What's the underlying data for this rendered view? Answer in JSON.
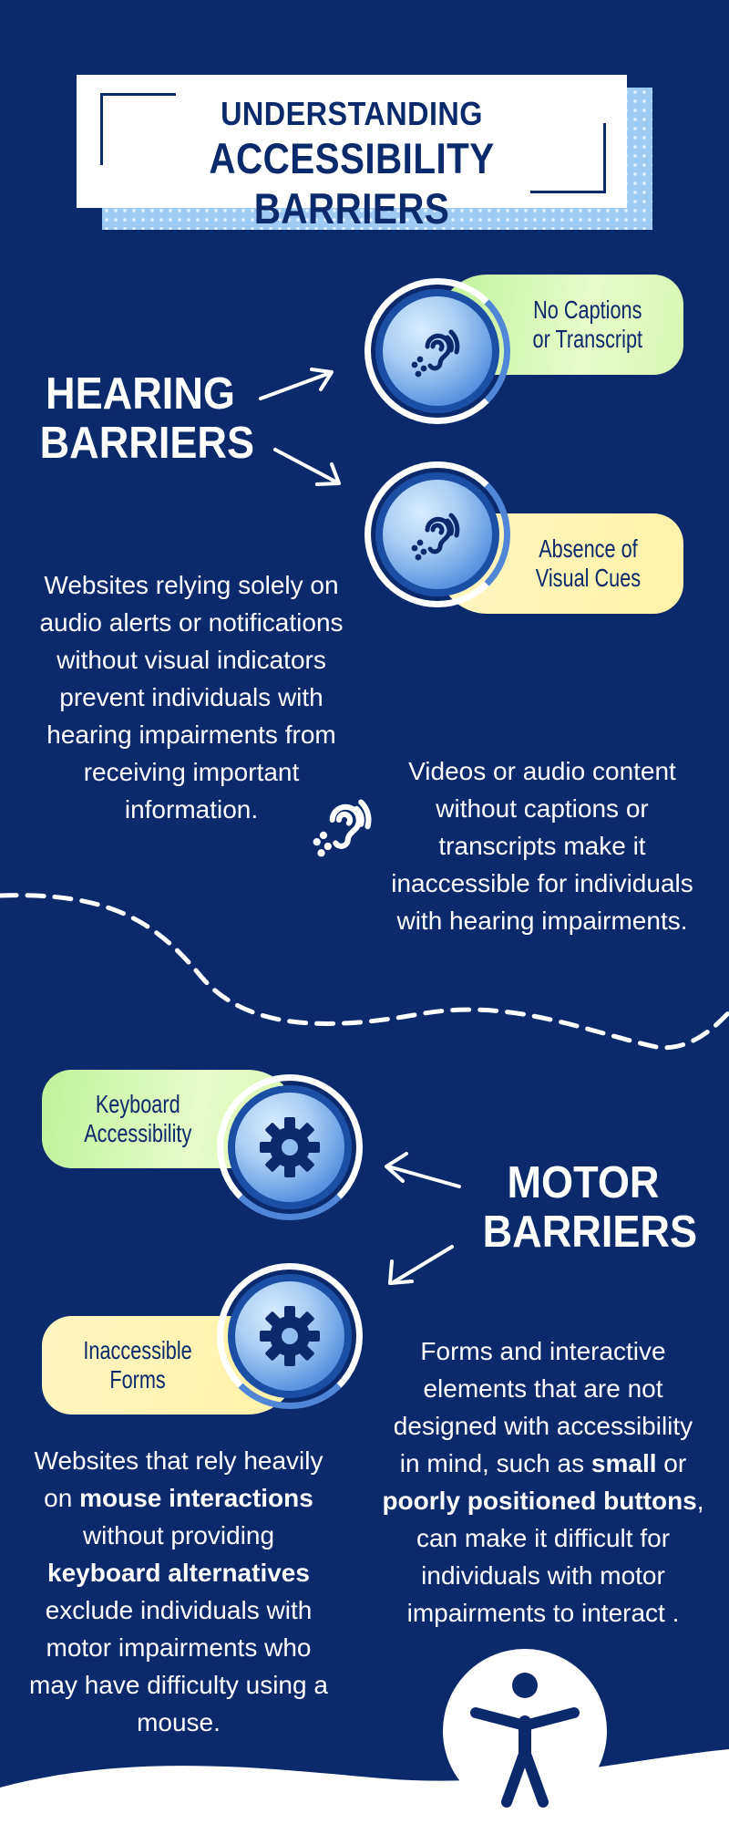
{
  "title": {
    "line1": "UNDERSTANDING",
    "line2": "ACCESSIBILITY BARRIERS"
  },
  "hearing": {
    "heading_line1": "HEARING",
    "heading_line2": "BARRIERS",
    "pill1_line1": "No Captions",
    "pill1_line2": "or Transcript",
    "pill2_line1": "Absence of",
    "pill2_line2": "Visual Cues",
    "text_left": [
      "Websites relying solely on",
      "audio alerts or notifications",
      "without visual indicators",
      "prevent individuals with",
      "hearing impairments from",
      "receiving important",
      "information."
    ],
    "text_right": [
      "Videos or audio content",
      "without captions or",
      "transcripts make it",
      "inaccessible for individuals",
      "with hearing impairments."
    ],
    "icon": "hearing-assist-icon"
  },
  "motor": {
    "heading_line1": "MOTOR",
    "heading_line2": "BARRIERS",
    "pill1_line1": "Keyboard",
    "pill1_line2": "Accessibility",
    "pill2_line1": "Inaccessible",
    "pill2_line2": "Forms",
    "text_right": {
      "l1": "Forms and interactive",
      "l2": "elements that are not",
      "l3": "designed with accessibility",
      "l4a": "in mind, such as ",
      "l4b": "small",
      "l4c": " or",
      "l5a": "poorly positioned buttons",
      "l5b": ",",
      "l6": "can make it difficult for",
      "l7": "individuals with motor",
      "l8": "impairments to interact ."
    },
    "text_left": {
      "l1": "Websites that rely heavily",
      "l2a": "on ",
      "l2b": "mouse interactions",
      "l3": "without providing",
      "l4": "keyboard alternatives",
      "l5": "exclude individuals with",
      "l6": "motor impairments who",
      "l7": "may have difficulty using a",
      "l8": "mouse."
    },
    "icon": "gear-icon"
  },
  "colors": {
    "background": "#0b2a6b",
    "accent_blue": "#5a94df",
    "pill_green": "#d8f7b2",
    "pill_yellow": "#fff2a8",
    "text": "#ffffff"
  }
}
